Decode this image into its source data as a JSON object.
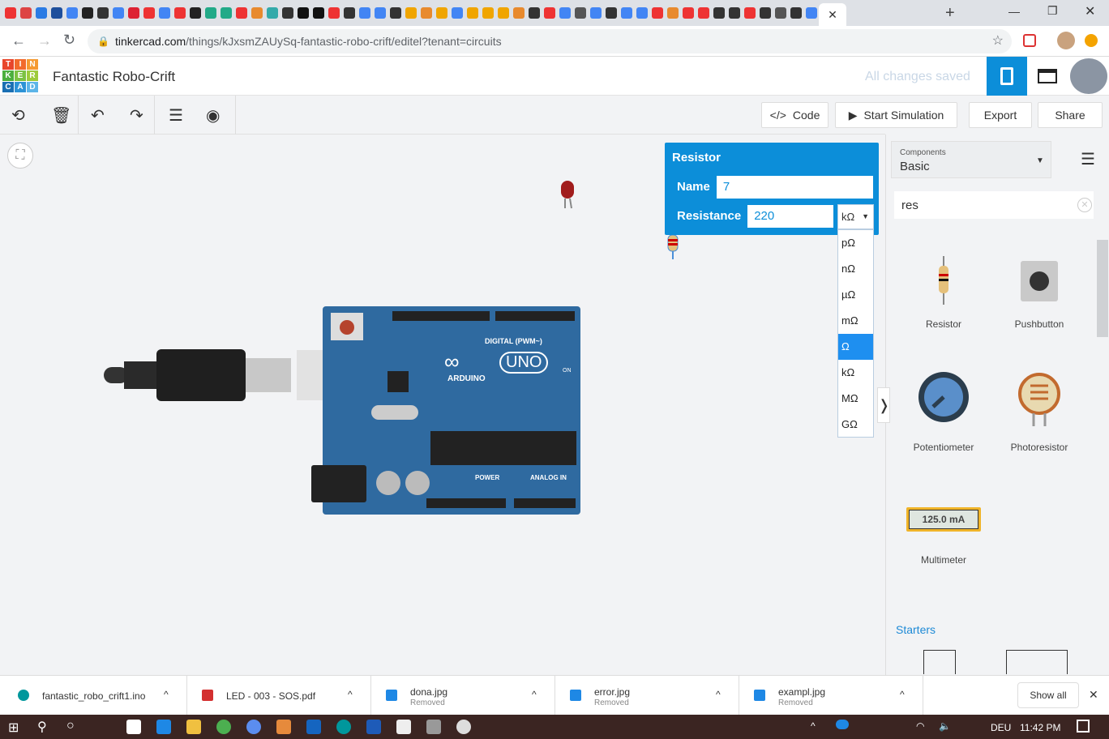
{
  "browser": {
    "url_host": "tinkercad.com",
    "url_path": "/things/kJxsmZAUySq-fantastic-robo-crift/editel?tenant=circuits",
    "active_tab_close": "✕",
    "new_tab": "+"
  },
  "app": {
    "logo_letters": [
      "T",
      "I",
      "N",
      "K",
      "E",
      "R",
      "C",
      "A",
      "D"
    ],
    "title": "Fantastic Robo-Crift",
    "save_status": "All changes saved"
  },
  "toolbar": {
    "code": "Code",
    "start_simulation": "Start Simulation",
    "export": "Export",
    "share": "Share"
  },
  "inspector": {
    "title": "Resistor",
    "name_label": "Name",
    "name_value": "7",
    "resistance_label": "Resistance",
    "resistance_value": "220",
    "unit_selected": "kΩ",
    "unit_options": [
      "pΩ",
      "nΩ",
      "µΩ",
      "mΩ",
      "Ω",
      "kΩ",
      "MΩ",
      "GΩ"
    ],
    "highlighted_option": "Ω"
  },
  "panel": {
    "components_label": "Components",
    "components_value": "Basic",
    "search_value": "res",
    "items": [
      {
        "label": "Resistor"
      },
      {
        "label": "Pushbutton"
      },
      {
        "label": "Potentiometer"
      },
      {
        "label": "Photoresistor"
      },
      {
        "label": "Multimeter",
        "display": "125.0 mA"
      }
    ],
    "starters_label": "Starters"
  },
  "board": {
    "brand": "ARDUINO",
    "model": "UNO",
    "digital_label": "DIGITAL (PWM~)",
    "power_label": "POWER",
    "analog_label": "ANALOG IN",
    "on_label": "ON"
  },
  "downloads": {
    "items": [
      {
        "name": "fantastic_robo_crift1.ino",
        "status": ""
      },
      {
        "name": "LED - 003 - SOS.pdf",
        "status": ""
      },
      {
        "name": "dona.jpg",
        "status": "Removed"
      },
      {
        "name": "error.jpg",
        "status": "Removed"
      },
      {
        "name": "exampl.jpg",
        "status": "Removed"
      }
    ],
    "show_all": "Show all"
  },
  "taskbar": {
    "language": "DEU",
    "time": "11:42 PM"
  },
  "colors": {
    "accent": "#0c8ed9",
    "board": "#2f6aa0",
    "taskbar": "#3b2522"
  }
}
